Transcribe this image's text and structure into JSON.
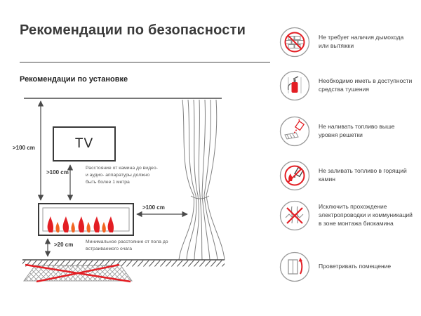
{
  "page": {
    "title": "Рекомендации по безопасности",
    "section_title": "Рекомендации по установке"
  },
  "diagram": {
    "tv_label": "TV",
    "dim_left": ">100 cm",
    "dim_tv": ">100 cm",
    "dim_tv_note": "Расстояние от камина до видео- и аудио- аппаратуры должно быть более 1 метра",
    "dim_curtain": ">100 cm",
    "dim_floor": ">20 cm",
    "dim_floor_note": "Минимальное расстояние от пола до встраиваемого очага"
  },
  "recommendations": [
    {
      "icon": "no-chimney-icon",
      "text": "Не требует наличия дымохода или вытяжки"
    },
    {
      "icon": "fire-extinguisher-icon",
      "text": "Необходимо иметь в доступности средства тушения"
    },
    {
      "icon": "no-fuel-above-grate-icon",
      "text": "Не наливать топливо выше уровня решетки"
    },
    {
      "icon": "no-refuel-burning-icon",
      "text": "Не заливать топливо в горящий камин"
    },
    {
      "icon": "no-wiring-icon",
      "text": "Исключить прохождение электропроводки и коммуникаций в зоне монтажа биокамина"
    },
    {
      "icon": "ventilate-room-icon",
      "text": "Проветривать помещение"
    }
  ],
  "colors": {
    "accent_red": "#e31e24",
    "line_dark": "#3a3a3a",
    "line_gray": "#8a8a8a"
  }
}
